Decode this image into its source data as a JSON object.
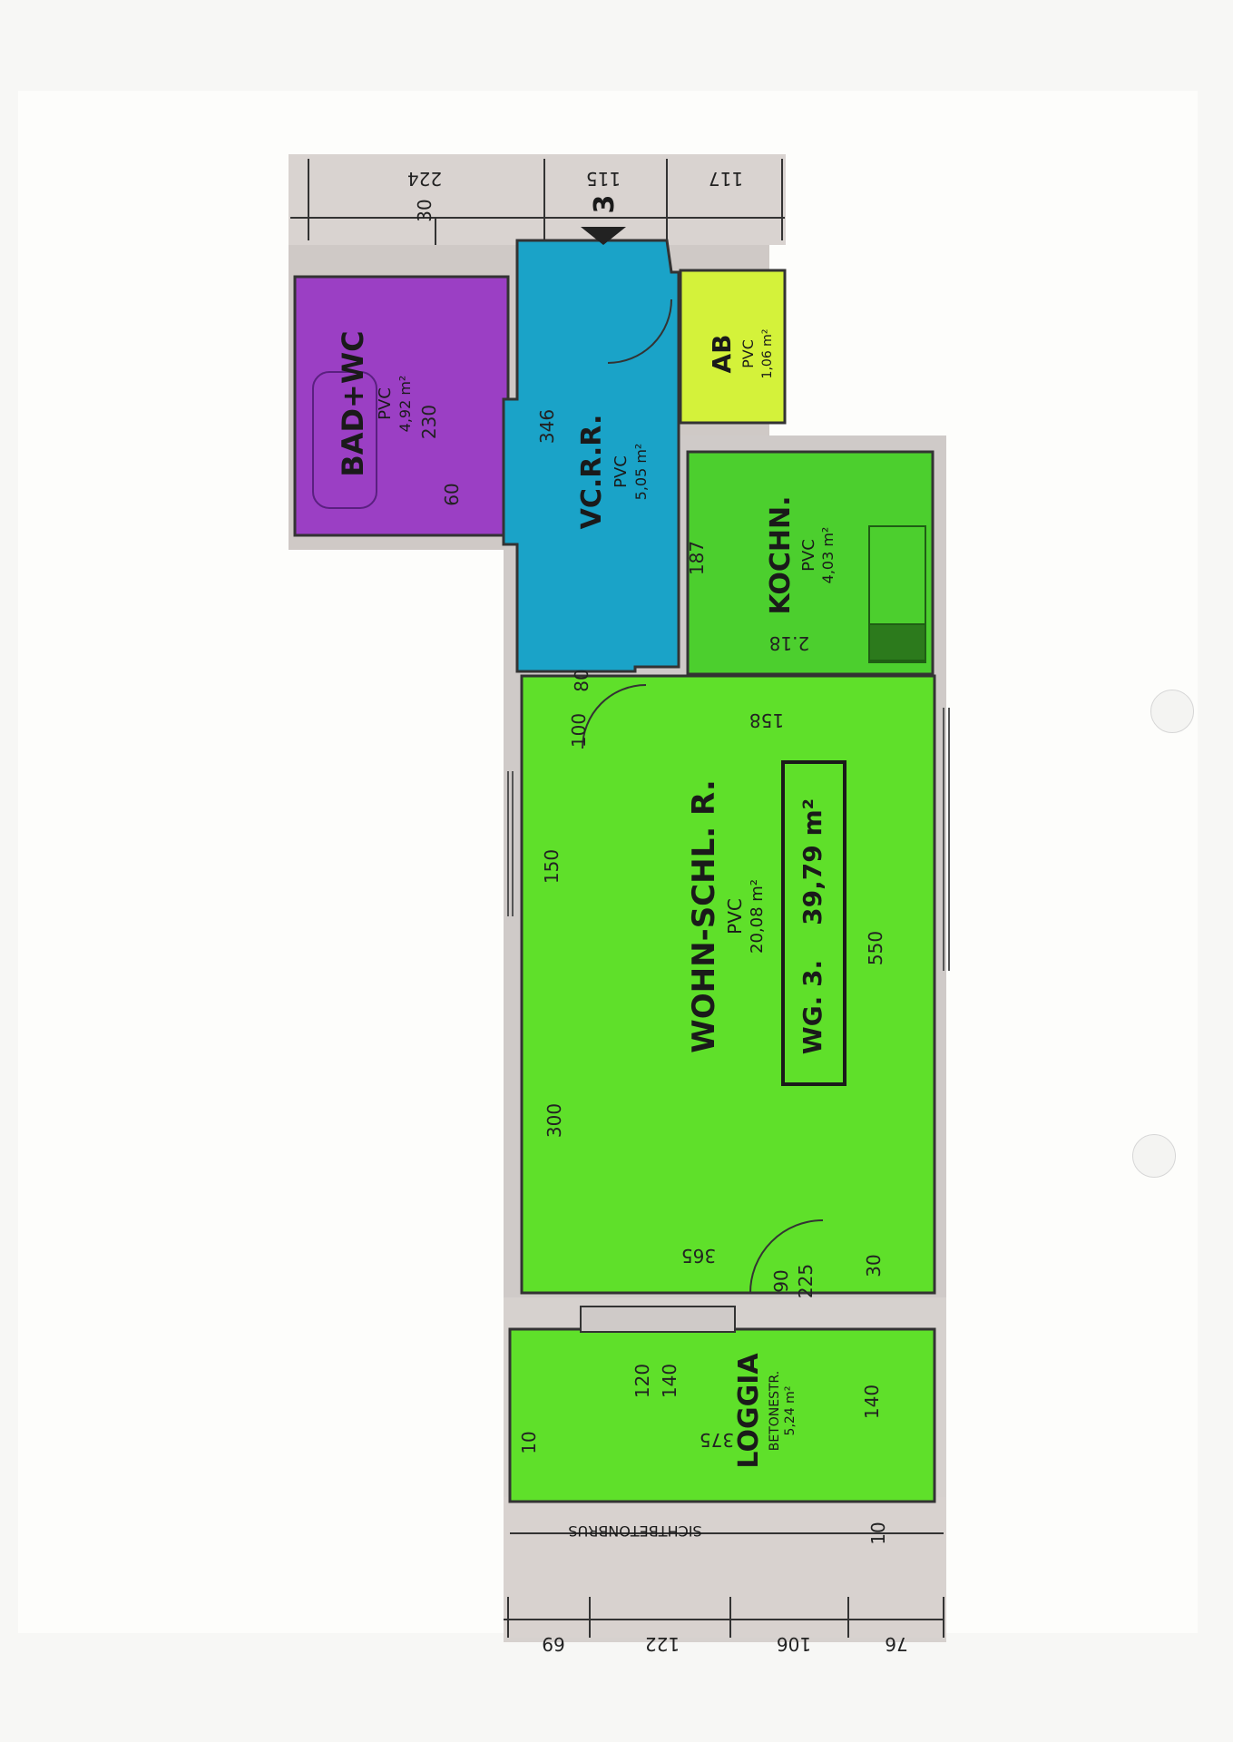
{
  "rooms": {
    "bad": {
      "name": "BAD+WC",
      "floor": "PVC",
      "area": "4,92 m²",
      "color": "#9b3fc4"
    },
    "vr": {
      "name": "VC.R.R.",
      "floor": "PVC",
      "area": "5,05 m²",
      "color": "#1aa3c8"
    },
    "ab": {
      "name": "AB",
      "floor": "PVC",
      "area": "1,06 m²",
      "color": "#d4f23a"
    },
    "kochn": {
      "name": "KOCHN.",
      "floor": "PVC",
      "area": "4,03 m²",
      "color": "#4ccf2e"
    },
    "wohn": {
      "name": "WOHN-SCHL. R.",
      "floor": "PVC",
      "area": "20,08 m²",
      "color": "#5fe02a"
    },
    "loggia": {
      "name": "LOGGIA",
      "floor": "BETONESTR.",
      "area": "5,24 m²",
      "color": "#5fe02a"
    }
  },
  "unit_box": {
    "label": "WG. 3.",
    "total": "39,79 m²"
  },
  "entrance_marker": "3",
  "notes": {
    "sichtbeton": "SICHTBETONBRUS"
  },
  "dims": {
    "top_224": "224",
    "top_115": "115",
    "top_117": "117",
    "top_30": "30",
    "bad_230": "230",
    "bad_60": "60",
    "vr_346": "346",
    "vr_80": "80",
    "vr_100": "100",
    "kochn_218": "2.18",
    "kochn_187": "187",
    "wohn_158": "158",
    "wohn_150": "150",
    "wohn_300": "300",
    "wohn_550": "550",
    "wohn_365": "365",
    "wohn_90": "90",
    "wohn_225": "225",
    "wohn_30": "30",
    "loggia_120": "120",
    "loggia_140a": "140",
    "loggia_140b": "140",
    "loggia_375": "375",
    "loggia_10": "10",
    "bottom_10": "10",
    "bot_69": "69",
    "bot_122": "122",
    "bot_106": "106",
    "bot_76": "76"
  }
}
